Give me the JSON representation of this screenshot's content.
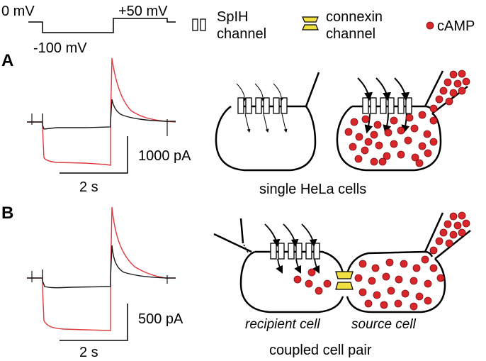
{
  "protocol": {
    "holding_label": "0 mV",
    "hyper_label": "-100 mV",
    "depol_label": "+50 mV"
  },
  "legend": {
    "channel_label_1": "SpIH",
    "channel_label_2": "channel",
    "connexin_label_1": "connexin",
    "connexin_label_2": "channel",
    "camp_label": "cAMP"
  },
  "panel_a": {
    "letter": "A",
    "scale_current": "1000 pA",
    "scale_time": "2 s",
    "caption": "single HeLa cells"
  },
  "panel_b": {
    "letter": "B",
    "scale_current": "500 pA",
    "scale_time": "2 s",
    "caption": "coupled cell pair",
    "recipient_label": "recipient cell",
    "source_label": "source cell"
  },
  "colors": {
    "trace_control": "#1a1a1a",
    "trace_camp": "#e0393e",
    "camp_dot": "#d9262b",
    "connexin": "#f0e040",
    "outline": "#000000"
  }
}
